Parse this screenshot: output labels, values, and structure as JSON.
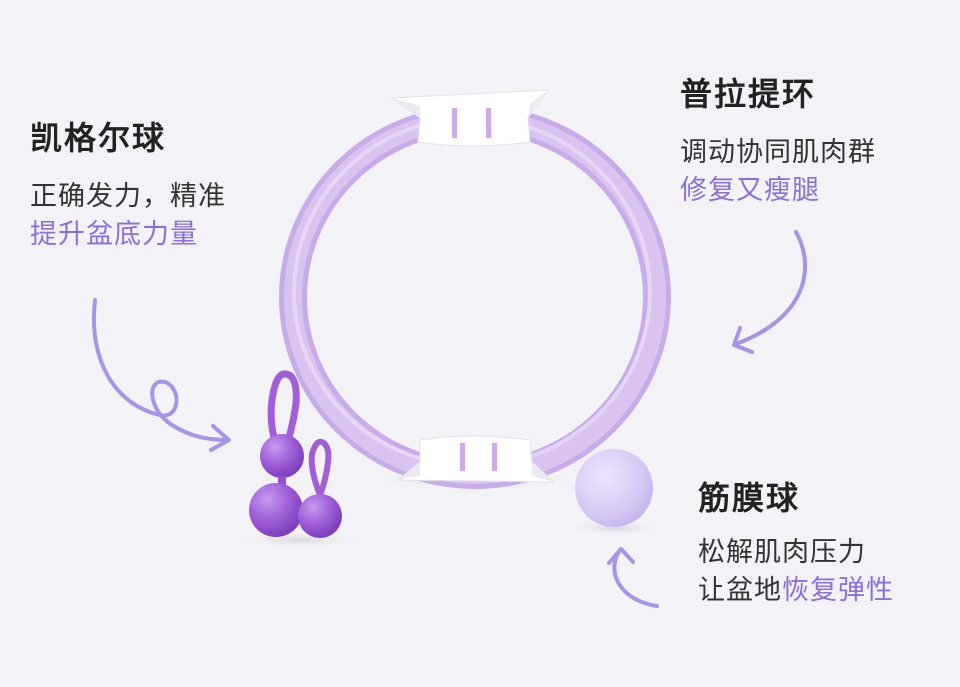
{
  "kegel": {
    "title": "凯格尔球",
    "line1": "正确发力，精准",
    "line2": "提升盆底力量"
  },
  "pilates_ring": {
    "title": "普拉提环",
    "line1": "调动协同肌肉群",
    "line2": "修复又瘦腿"
  },
  "fascia_ball": {
    "title": "筋膜球",
    "line1": "松解肌肉压力",
    "line2_plain": "让盆地",
    "line2_highlight": "恢复弹性"
  },
  "colors": {
    "background": "#f3f2f6",
    "accent": "#8c6fdc",
    "ring": "#d2b8ec",
    "kegel_ball": "#a05fd8",
    "fascia_ball": "#d9cdf6",
    "arrow": "#a894e6"
  },
  "icons": [
    "pilates-ring-image",
    "kegel-balls-image",
    "fascia-ball-image",
    "curved-arrow-icon"
  ]
}
